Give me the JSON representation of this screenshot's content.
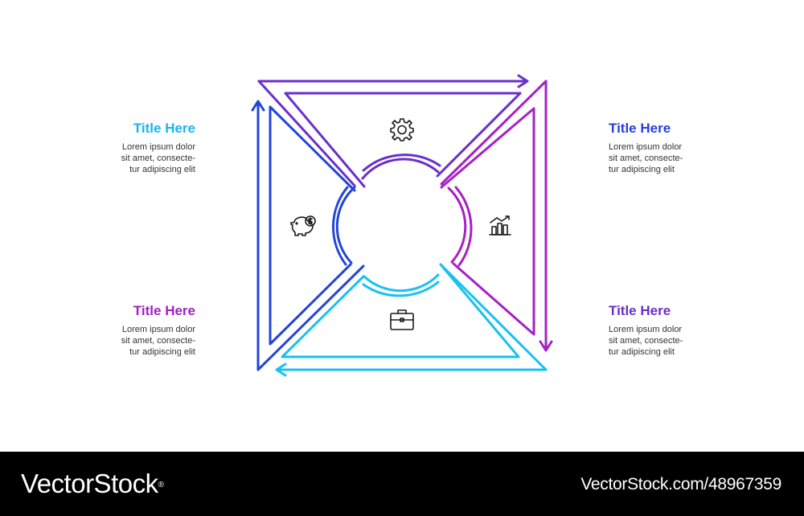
{
  "colors": {
    "top": "#6a2fc9",
    "right": "#a521c4",
    "bottom": "#18c1f0",
    "left": "#2345d8",
    "icon": "#1a1a1a"
  },
  "items": [
    {
      "id": "top-left",
      "title": "Title Here",
      "title_color": "#19b4ef",
      "description": "Lorem ipsum dolor\nsit amet, consecte-\ntur adipiscing elit"
    },
    {
      "id": "top-right",
      "title": "Title Here",
      "title_color": "#2741d8",
      "description": "Lorem ipsum dolor\nsit amet, consecte-\ntur adipiscing elit"
    },
    {
      "id": "bottom-left",
      "title": "Title Here",
      "title_color": "#a21fc2",
      "description": "Lorem ipsum dolor\nsit amet, consecte-\ntur adipiscing elit"
    },
    {
      "id": "bottom-right",
      "title": "Title Here",
      "title_color": "#6a2fc9",
      "description": "Lorem ipsum dolor\nsit amet, consecte-\ntur adipiscing elit"
    }
  ],
  "icons": {
    "top": "gear-icon",
    "right": "bar-chart-growth-icon",
    "bottom": "briefcase-icon",
    "left": "piggy-bank-icon"
  },
  "footer": {
    "brand": "VectorStock",
    "registered": "®",
    "site_id": "VectorStock.com/48967359"
  }
}
